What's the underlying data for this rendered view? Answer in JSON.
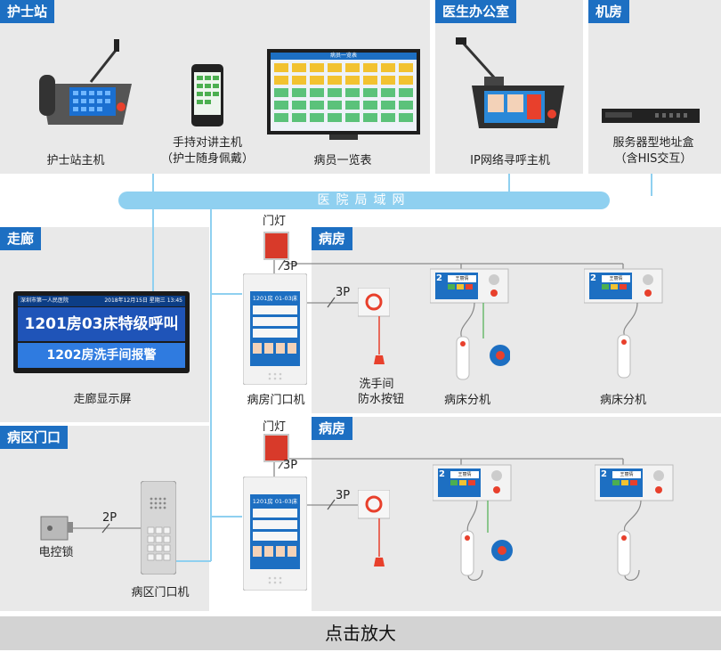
{
  "sections": {
    "nurse_station": "护士站",
    "doctor_office": "医生办公室",
    "machine_room": "机房",
    "corridor": "走廊",
    "ward_gate": "病区门口",
    "ward": "病房"
  },
  "devices": {
    "nurse_host": "护士站主机",
    "handheld_line1": "手持对讲主机",
    "handheld_line2": "（护士随身佩戴）",
    "patient_list": "病员一览表",
    "ip_host": "IP网络寻呼主机",
    "server_line1": "服务器型地址盒",
    "server_line2": "（含HIS交互）",
    "corridor_display": "走廊显示屏",
    "door_machine": "病房门口机",
    "door_light": "门灯",
    "wash_line1": "洗手间",
    "wash_line2": "防水按钮",
    "bed_unit": "病床分机",
    "lock": "电控锁",
    "gate_machine": "病区门口机"
  },
  "network_label": "医院局域网",
  "wires": {
    "three_p": "3P",
    "two_p": "2P"
  },
  "corridor_screen": {
    "header_left": "深圳市第一人民医院",
    "header_right": "2018年12月15日  星期三  13:45",
    "line1": "1201房03床特级呼叫",
    "line2": "1202房洗手间报警"
  },
  "door_screen_text": "1201房 01-03床",
  "bed_screen": {
    "bed_number": "2",
    "name": "王丽倩"
  },
  "list_title": "病员一览表",
  "footer": "点击放大",
  "colors": {
    "accent": "#1d6fc2",
    "network": "#8fd0f0",
    "panel": "#e9e9e9",
    "alarm": "#e8402c"
  }
}
